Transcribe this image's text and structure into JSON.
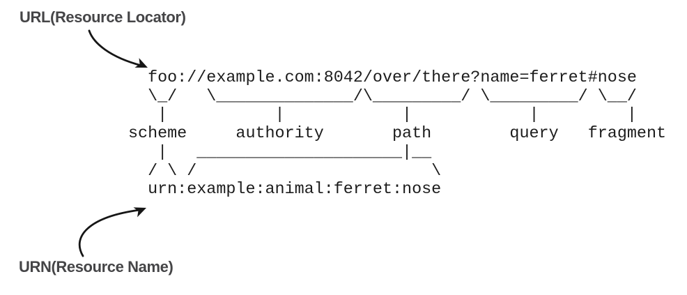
{
  "labels": {
    "url": "URL(Resource Locator)",
    "urn": "URN(Resource Name)"
  },
  "diagram": {
    "uri": "foo://example.com:8042/over/there?name=ferret#nose",
    "urn": "urn:example:animal:ferret:nose",
    "components": [
      "scheme",
      "authority",
      "path",
      "query",
      "fragment"
    ],
    "uri_parts": {
      "scheme": "foo",
      "authority": "example.com:8042",
      "path": "/over/there",
      "query": "name=ferret",
      "fragment": "nose"
    },
    "ascii_art": "  foo://example.com:8042/over/there?name=ferret#nose\n  \\_/   \\______________/\\_________/ \\_________/ \\__/\n   |           |            |            |         |\nscheme     authority       path        query   fragment\n   |   _____________________|__\n  / \\ /                        \\\n  urn:example:animal:ferret:nose"
  },
  "colors": {
    "text": "#1c1c1c",
    "label": "#454547",
    "arrow": "#161616",
    "background": "#ffffff"
  }
}
